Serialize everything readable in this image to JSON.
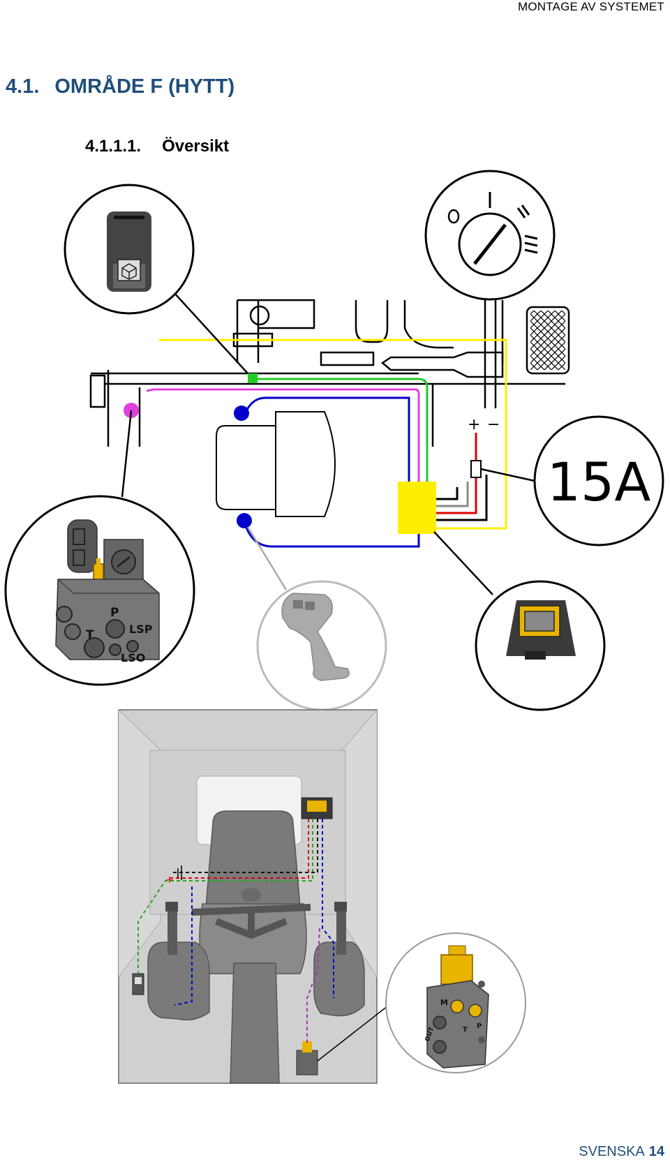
{
  "header": {
    "chapter": "MONTAGE AV SYSTEMET"
  },
  "section": {
    "number": "4.1.",
    "title": "OMRÅDE F (HYTT)"
  },
  "subsection": {
    "number": "4.1.1.1.",
    "title": "Översikt"
  },
  "diagram": {
    "fuse_label": "15A",
    "polarity_plus": "+",
    "polarity_minus": "−",
    "valve_block_ports": {
      "p": "P",
      "t": "T",
      "lsp": "LSP",
      "lso": "LSO"
    },
    "small_valve_ports": {
      "m": "M",
      "out": "OUT",
      "t": "T",
      "p": "P"
    },
    "wire_colors": {
      "green": "#22cc22",
      "blue": "#0000cc",
      "magenta": "#e040e0",
      "yellow": "#ffee00",
      "red": "#dd0000",
      "black": "#000000"
    }
  },
  "footer": {
    "language": "SVENSKA",
    "page": "14"
  }
}
